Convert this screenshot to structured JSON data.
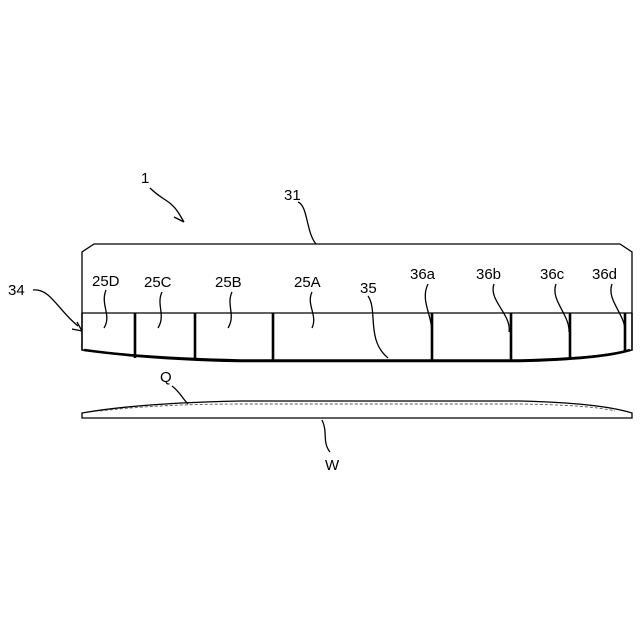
{
  "figure": {
    "labels": {
      "assembly": "1",
      "top_plate": "31",
      "side": "34",
      "zone_d": "25D",
      "zone_c": "25C",
      "zone_b": "25B",
      "zone_a": "25A",
      "membrane": "35",
      "partition_a": "36a",
      "partition_b": "36b",
      "partition_c": "36c",
      "partition_d": "36d",
      "surface": "Q",
      "wafer": "W"
    }
  }
}
